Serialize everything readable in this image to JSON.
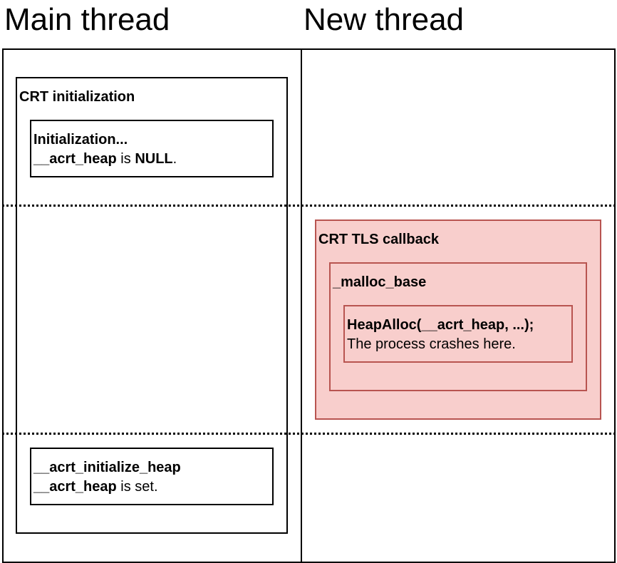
{
  "columns": {
    "main_title": "Main thread",
    "new_title": "New thread"
  },
  "main": {
    "crt_init": {
      "label": "CRT initialization",
      "init_box": {
        "line1": "Initialization...",
        "line2_code": "__acrt_heap",
        "line2_mid": " is ",
        "line2_value": "NULL",
        "line2_end": "."
      },
      "heap_box": {
        "line1": "__acrt_initialize_heap",
        "line2_code": "__acrt_heap",
        "line2_rest": " is set."
      }
    }
  },
  "new": {
    "tls_callback": {
      "label": "CRT TLS callback",
      "malloc_base": {
        "label": "_malloc_base",
        "heapalloc": {
          "line1": "HeapAlloc(__acrt_heap, ...);",
          "line2": "The process crashes here."
        }
      }
    }
  },
  "colors": {
    "crash_fill": "#f8cecc",
    "crash_stroke": "#b85450"
  }
}
